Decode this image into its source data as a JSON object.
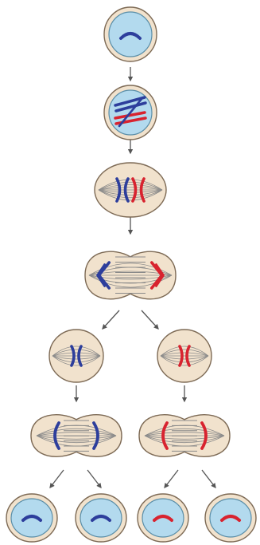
{
  "palette": {
    "cell_fill": "#f1e2cd",
    "cell_stroke": "#7d6a55",
    "nucleus_fill": "#b3daee",
    "nucleus_stroke": "#5a8ea8",
    "maternal": "#2d3e9c",
    "paternal": "#d8232f",
    "spindle": "#8a8a8a",
    "arrow": "#555555"
  },
  "stages": [
    {
      "name": "interphase-cell",
      "chromosomes": [
        "maternal"
      ]
    },
    {
      "name": "replication-cell",
      "chromosomes": [
        "maternal",
        "paternal"
      ]
    },
    {
      "name": "metaphase-i-cell",
      "chromosomes": [
        "maternal",
        "paternal"
      ]
    },
    {
      "name": "anaphase-i-cell",
      "chromosomes": [
        "maternal",
        "paternal"
      ]
    },
    {
      "name": "metaphase-ii-cell-left",
      "chromosomes": [
        "maternal"
      ]
    },
    {
      "name": "metaphase-ii-cell-right",
      "chromosomes": [
        "paternal"
      ]
    },
    {
      "name": "anaphase-ii-cell-left",
      "chromosomes": [
        "maternal"
      ]
    },
    {
      "name": "anaphase-ii-cell-right",
      "chromosomes": [
        "paternal"
      ]
    },
    {
      "name": "gamete-1",
      "chromosomes": [
        "maternal"
      ]
    },
    {
      "name": "gamete-2",
      "chromosomes": [
        "maternal"
      ]
    },
    {
      "name": "gamete-3",
      "chromosomes": [
        "paternal"
      ]
    },
    {
      "name": "gamete-4",
      "chromosomes": [
        "paternal"
      ]
    }
  ]
}
